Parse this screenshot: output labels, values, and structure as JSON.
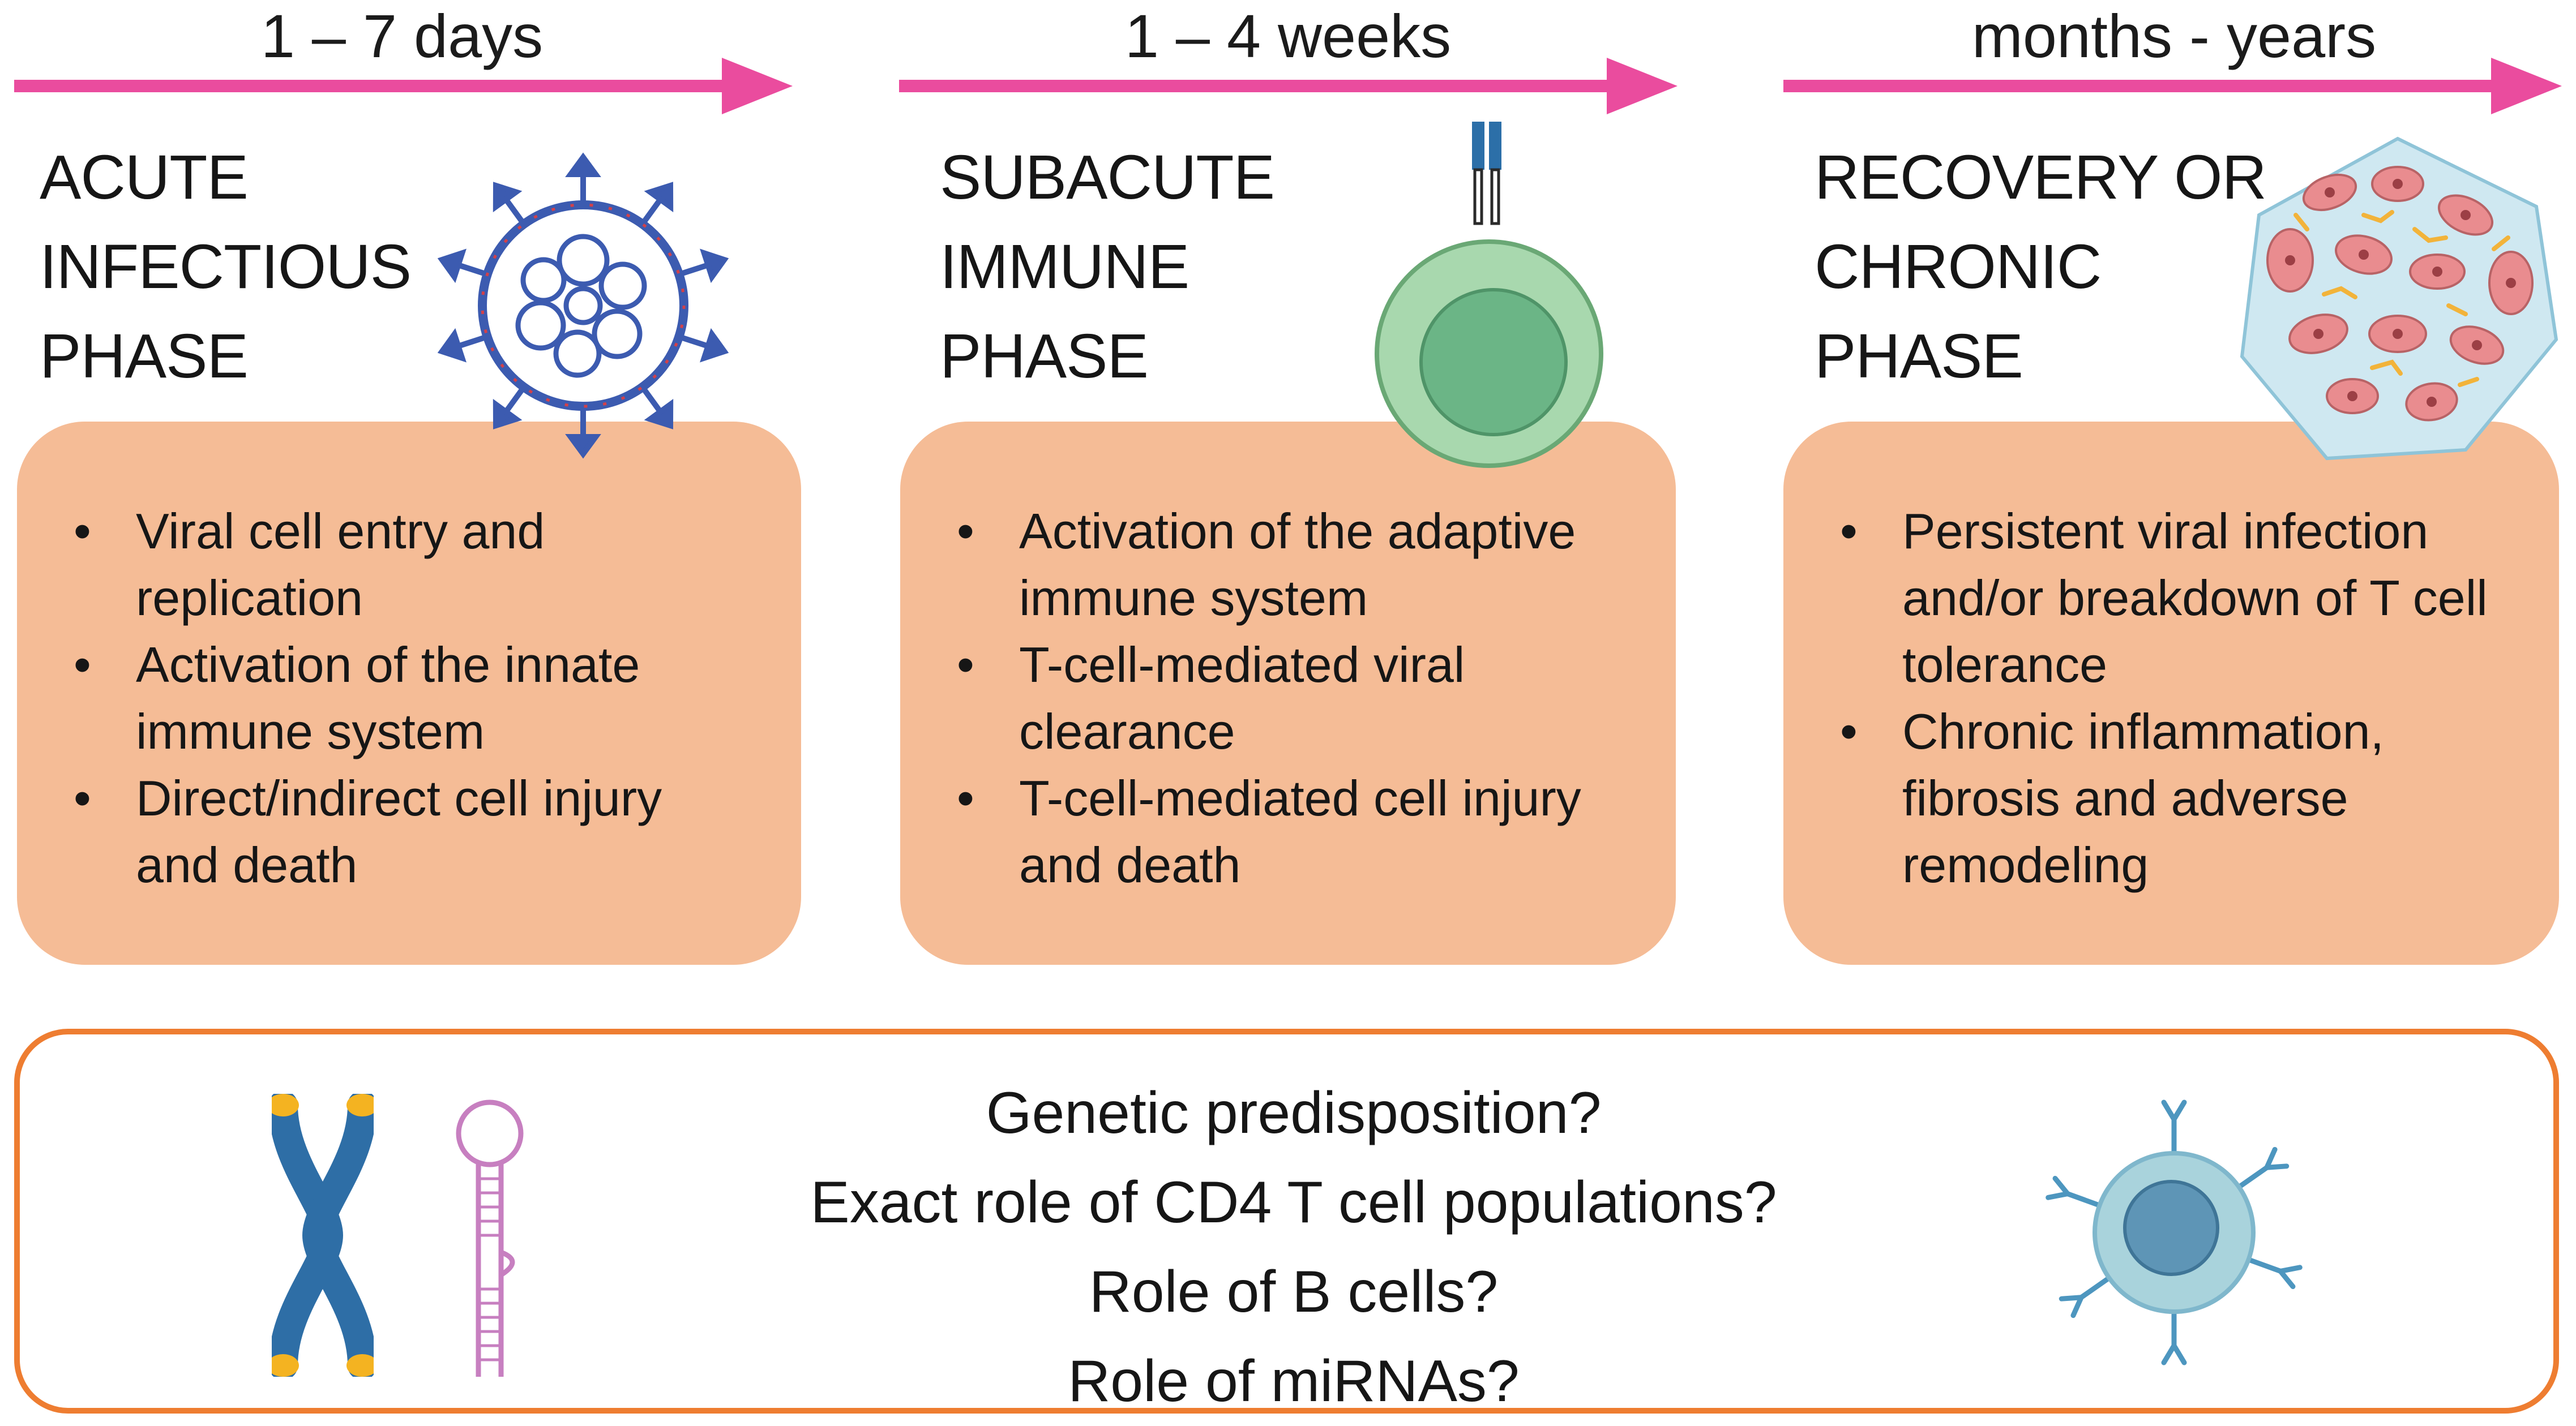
{
  "phases": [
    {
      "duration": "1 – 7 days",
      "title_lines": [
        "ACUTE",
        "INFECTIOUS",
        "PHASE"
      ],
      "bullets": [
        "Viral cell entry and replication",
        "Activation of the innate immune system",
        "Direct/indirect cell injury and death"
      ],
      "icon": "virus-icon"
    },
    {
      "duration": "1 – 4 weeks",
      "title_lines": [
        "SUBACUTE",
        "IMMUNE",
        "PHASE"
      ],
      "bullets": [
        "Activation of the adaptive immune system",
        "T-cell-mediated viral clearance",
        "T-cell-mediated cell injury and death"
      ],
      "icon": "t-cell-icon"
    },
    {
      "duration": "months - years",
      "title_lines": [
        "RECOVERY OR",
        "CHRONIC",
        "PHASE"
      ],
      "bullets": [
        "Persistent viral infection and/or breakdown of T cell tolerance",
        "Chronic inflammation, fibrosis and adverse remodeling"
      ],
      "icon": "tissue-fibrosis-icon"
    }
  ],
  "questions": [
    "Genetic predisposition?",
    "Exact role of CD4 T cell populations?",
    "Role of B cells?",
    "Role of miRNAs?"
  ],
  "question_icons": [
    "chromosome-icon",
    "mirna-hairpin-icon",
    "b-cell-icon"
  ],
  "colors": {
    "arrow": "#ea4c9e",
    "phase_box": "#f5bc96",
    "question_border": "#ee7d31",
    "virus": "#3c5bb0",
    "t_cell": "#a8d8ae",
    "chromosome": "#2e6ea6",
    "b_cell": "#7fb7cc"
  }
}
